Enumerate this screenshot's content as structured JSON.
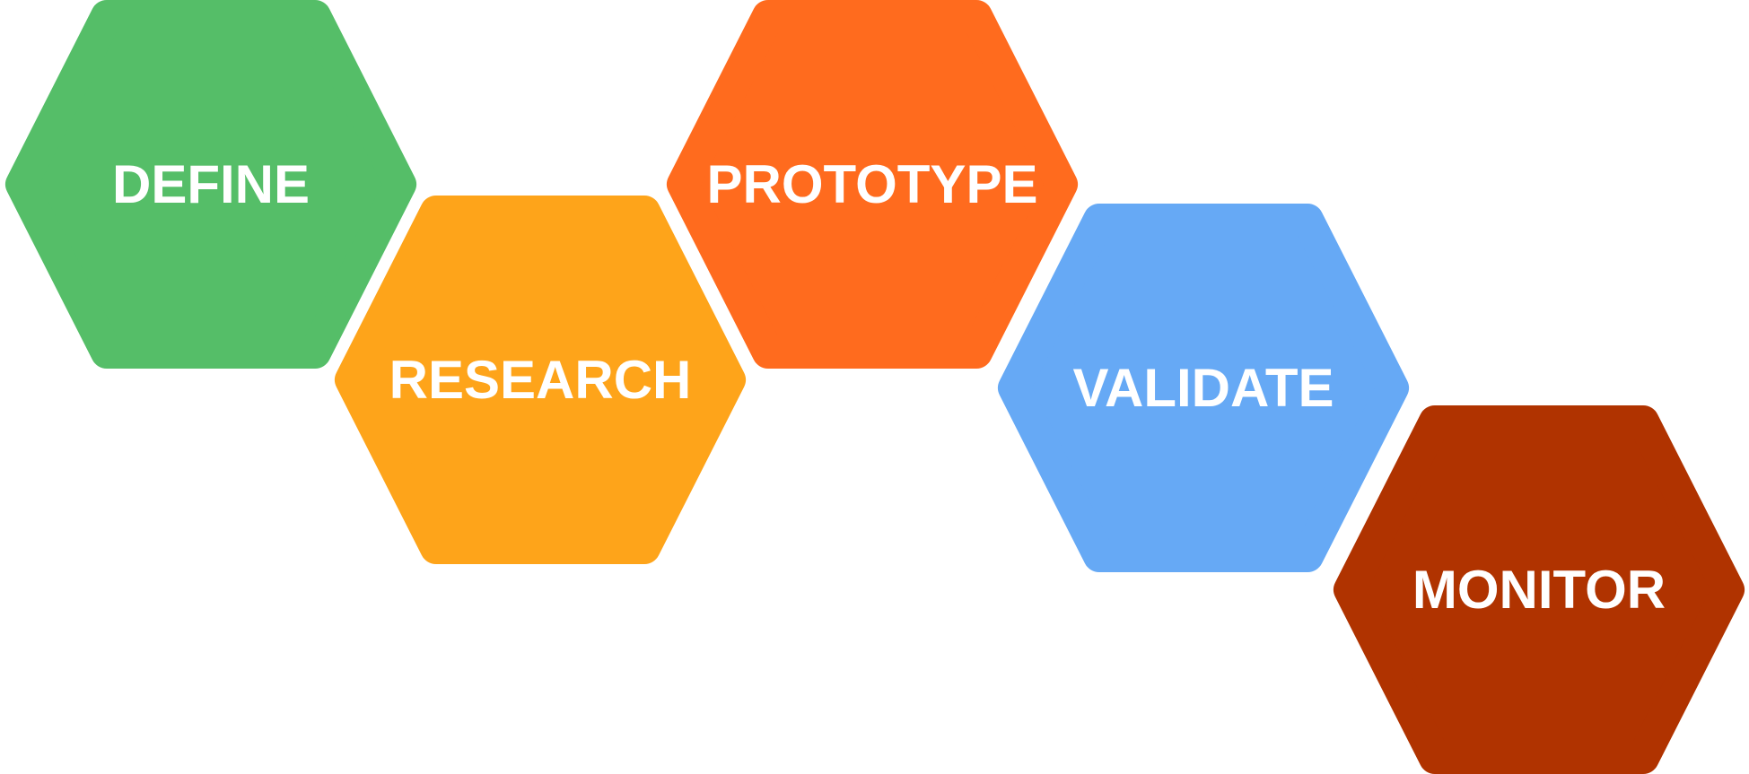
{
  "diagram": {
    "steps": [
      {
        "label": "DEFINE",
        "color": "#55BE68"
      },
      {
        "label": "RESEARCH",
        "color": "#FEA41A"
      },
      {
        "label": "PROTOTYPE",
        "color": "#FF6B1E"
      },
      {
        "label": "VALIDATE",
        "color": "#66A9F5"
      },
      {
        "label": "MONITOR",
        "color": "#B03300"
      }
    ]
  }
}
